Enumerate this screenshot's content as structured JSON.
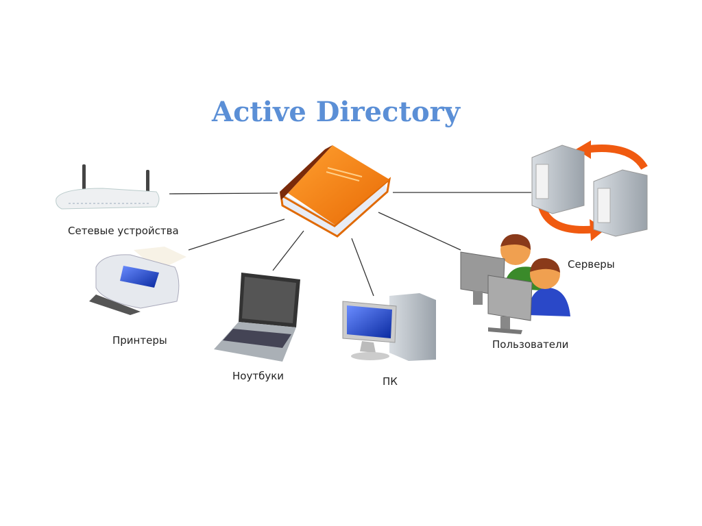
{
  "title": "Active Directory",
  "nodes": {
    "network": "Сетевые  устройства",
    "printers": "Принтеры",
    "laptops": "Ноутбуки",
    "pc": "ПК",
    "users": "Пользователи",
    "servers": "Серверы"
  },
  "colors": {
    "title": "#5b8fd6",
    "book": "#f07a10",
    "arrow": "#f05a10"
  }
}
